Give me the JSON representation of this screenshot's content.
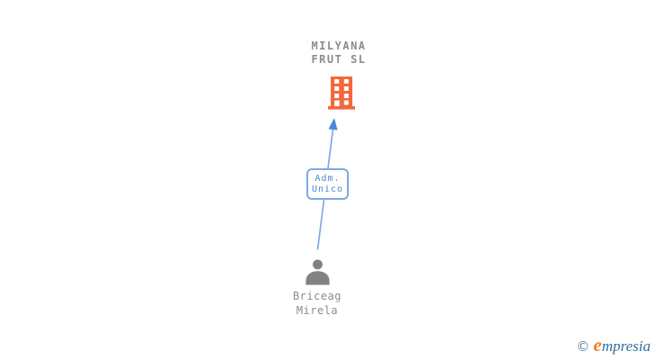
{
  "background": "#ffffff",
  "colors": {
    "company_text": "#8c8c8c",
    "building_orange": "#f4683c",
    "window_white": "#ffffff",
    "edge_line_blue": "#7aa3e5",
    "arrowhead_blue": "#4b87d9",
    "label_box_border": "#7ea9e4",
    "label_box_text": "#4a86d8",
    "person_gray": "#828282",
    "person_text": "#8c8c8c",
    "logo_copyright": "#5b85a8",
    "logo_e_orange": "#ee7f1d",
    "logo_text_blue": "#2e6e9e"
  },
  "org_chart": {
    "company": {
      "name": "MILYANA FRUT SL",
      "name_line1": "MILYANA",
      "name_line2": "FRUT SL",
      "icon": "building-icon"
    },
    "edge": {
      "label": "Adm. Unico",
      "label_line1": "Adm.",
      "label_line2": "Unico",
      "from": "Briceag Mirela",
      "to": "MILYANA FRUT SL",
      "direction": "person-to-company"
    },
    "person": {
      "name": "Briceag Mirela",
      "name_line1": "Briceag",
      "name_line2": "Mirela",
      "icon": "person-icon"
    }
  },
  "footer": {
    "copyright_symbol": "©",
    "brand": "empresia",
    "brand_initial": "e",
    "brand_rest": "mpresia"
  }
}
